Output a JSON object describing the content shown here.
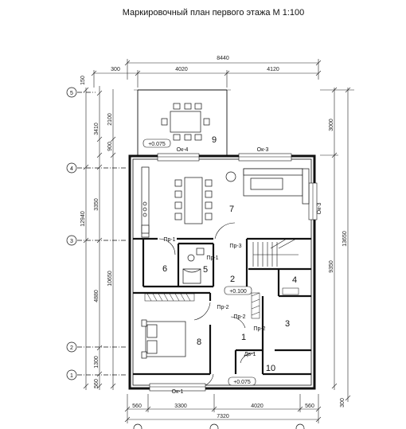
{
  "title": "Маркировочный план первого этажа М 1:100",
  "dimensions_top": {
    "overall": "8440",
    "left_offset": "300",
    "span_left": "4020",
    "span_right": "4120"
  },
  "dimensions_bottom": {
    "left_offset": "560",
    "span_left": "3300",
    "span_right": "4020",
    "right_offset": "560",
    "overall": "7320",
    "small": "300"
  },
  "dimensions_left": {
    "top_offset": "150",
    "seg_terrace": "2100",
    "seg_900": "900",
    "seg_3410": "3410",
    "seg_3350": "3350",
    "overall_12940": "12940",
    "seg_4880": "4880",
    "seg_10650": "10650",
    "seg_1300": "1300",
    "seg_560": "560"
  },
  "dimensions_right": {
    "seg_3000": "3000",
    "seg_9350": "9350",
    "overall_13650": "13650",
    "seg_300": "300"
  },
  "axes": [
    "5",
    "4",
    "3",
    "2",
    "1"
  ],
  "rooms": {
    "r1": "1",
    "r2": "2",
    "r3": "3",
    "r4": "4",
    "r5": "5",
    "r6": "6",
    "r7": "7",
    "r8": "8",
    "r9": "9",
    "r10": "10"
  },
  "levels": {
    "terrace": "+0.075",
    "hall": "+0.100",
    "entrance": "+0.075"
  },
  "openings": {
    "ok4": "Ок-4",
    "ok3_top": "Ок-3",
    "ok3_right": "Ок-3",
    "ok1": "Ок-1",
    "pr1_a": "Пр-1",
    "pr1_b": "Пр-1",
    "pr3": "Пр-3",
    "pr2_a": "Пр-2",
    "pr2_b": "Пр-2",
    "pr2_c": "Пр-2",
    "dv1": "Дв-1"
  },
  "colors": {
    "line": "#111111",
    "dim": "#222222",
    "background": "#ffffff"
  }
}
